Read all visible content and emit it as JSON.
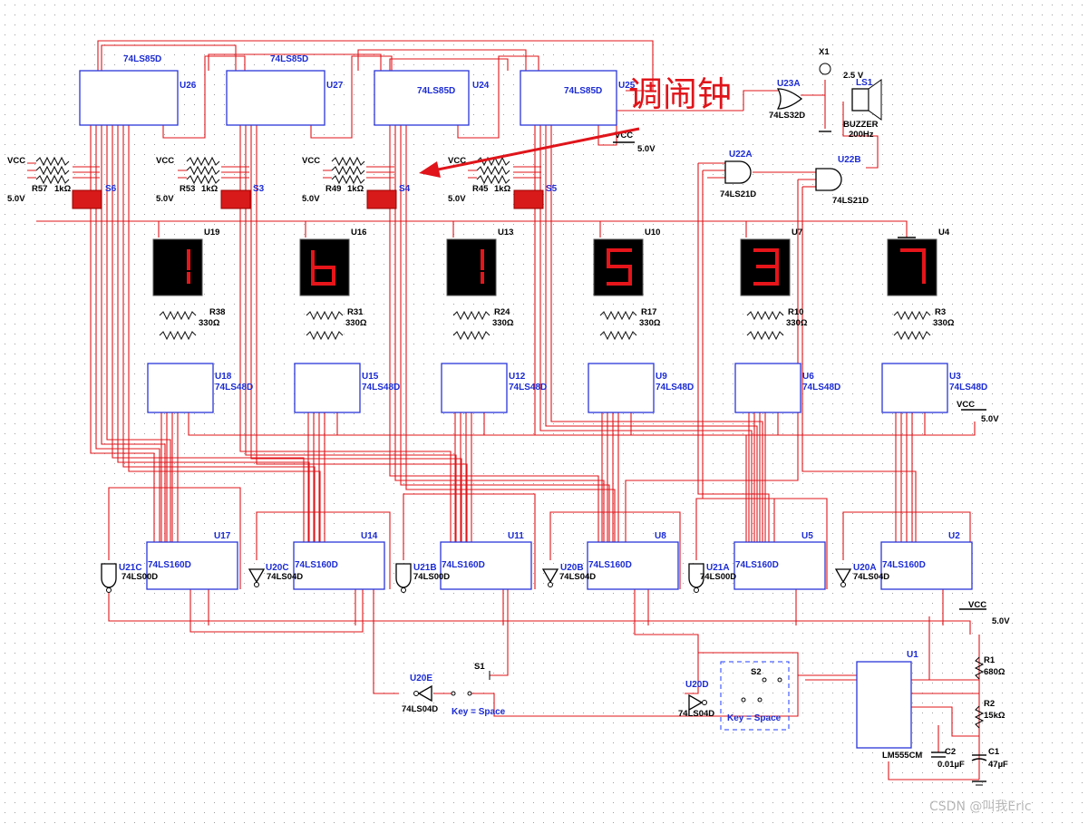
{
  "annotation": "调闹钟",
  "watermark": "CSDN @叫我Eric",
  "comparators": [
    {
      "ref": "U26",
      "part": "74LS85D"
    },
    {
      "ref": "U27",
      "part": "74LS85D"
    },
    {
      "ref": "U24",
      "part": "74LS85D"
    },
    {
      "ref": "U25",
      "part": "74LS85D"
    }
  ],
  "resistor_packs": [
    {
      "ref": "R57",
      "value": "1kΩ",
      "vcc": "VCC",
      "volt": "5.0V",
      "switch": "S6"
    },
    {
      "ref": "R53",
      "value": "1kΩ",
      "vcc": "VCC",
      "volt": "5.0V",
      "switch": "S3"
    },
    {
      "ref": "R49",
      "value": "1kΩ",
      "vcc": "VCC",
      "volt": "5.0V",
      "switch": "S4"
    },
    {
      "ref": "R45",
      "value": "1kΩ",
      "vcc": "VCC",
      "volt": "5.0V",
      "switch": "S5"
    }
  ],
  "vcc_top": {
    "label": "VCC",
    "volt": "5.0V"
  },
  "probe": {
    "ref": "X1",
    "volt": "2.5 V"
  },
  "buzzer": {
    "ref": "LS1",
    "type": "BUZZER",
    "freq": "200Hz"
  },
  "gates": {
    "or": {
      "ref": "U23A",
      "part": "74LS32D"
    },
    "and1": {
      "ref": "U22A",
      "part": "74LS21D"
    },
    "and2": {
      "ref": "U22B",
      "part": "74LS21D"
    }
  },
  "displays": [
    {
      "ref": "U19",
      "digit": "1",
      "res": "R38",
      "ohm": "330Ω",
      "dec": "U18",
      "dec_part": "74LS48D"
    },
    {
      "ref": "U16",
      "digit": "6",
      "res": "R31",
      "ohm": "330Ω",
      "dec": "U15",
      "dec_part": "74LS48D"
    },
    {
      "ref": "U13",
      "digit": "1",
      "res": "R24",
      "ohm": "330Ω",
      "dec": "U12",
      "dec_part": "74LS48D"
    },
    {
      "ref": "U10",
      "digit": "5",
      "res": "R17",
      "ohm": "330Ω",
      "dec": "U9",
      "dec_part": "74LS48D"
    },
    {
      "ref": "U7",
      "digit": "3",
      "res": "R10",
      "ohm": "330Ω",
      "dec": "U6",
      "dec_part": "74LS48D"
    },
    {
      "ref": "U4",
      "digit": "7",
      "res": "R3",
      "ohm": "330Ω",
      "dec": "U3",
      "dec_part": "74LS48D"
    }
  ],
  "vcc_mid": {
    "label": "VCC",
    "volt": "5.0V"
  },
  "counters": [
    {
      "ref": "U17",
      "part": "74LS160D"
    },
    {
      "ref": "U14",
      "part": "74LS160D"
    },
    {
      "ref": "U11",
      "part": "74LS160D"
    },
    {
      "ref": "U8",
      "part": "74LS160D"
    },
    {
      "ref": "U5",
      "part": "74LS160D"
    },
    {
      "ref": "U2",
      "part": "74LS160D"
    }
  ],
  "nands": [
    {
      "ref": "U21C",
      "part": "74LS00D"
    },
    {
      "ref": "U21B",
      "part": "74LS00D"
    },
    {
      "ref": "U21A",
      "part": "74LS00D"
    }
  ],
  "inverters": [
    {
      "ref": "U20C",
      "part": "74LS04D"
    },
    {
      "ref": "U20B",
      "part": "74LS04D"
    },
    {
      "ref": "U20A",
      "part": "74LS04D"
    },
    {
      "ref": "U20E",
      "part": "74LS04D"
    },
    {
      "ref": "U20D",
      "part": "74LS04D"
    }
  ],
  "switches": [
    {
      "ref": "S1",
      "key": "Key = Space"
    },
    {
      "ref": "S2",
      "key": "Key = Space"
    }
  ],
  "timer": {
    "ref": "U1",
    "part": "LM555CM",
    "vcc": "VCC",
    "volt": "5.0V",
    "r1": "R1",
    "r1v": "680Ω",
    "r2": "R2",
    "r2v": "15kΩ",
    "c1": "C1",
    "c1v": "47µF",
    "c2": "C2",
    "c2v": "0.01µF"
  }
}
